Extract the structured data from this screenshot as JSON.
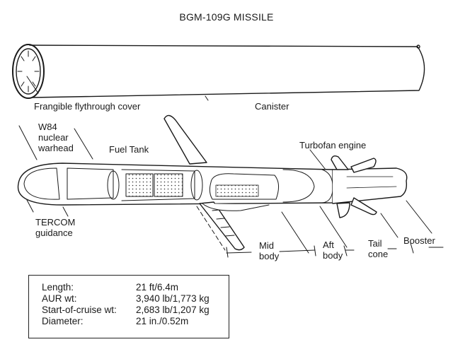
{
  "title": "BGM-109G MISSILE",
  "labels": {
    "cover": "Frangible flythrough cover",
    "canister": "Canister",
    "warhead": [
      "W84",
      "nuclear",
      "warhead"
    ],
    "fuel_tank": "Fuel Tank",
    "engine": "Turbofan engine",
    "guidance": [
      "TERCOM",
      "guidance"
    ],
    "mid_body": [
      "Mid",
      "body"
    ],
    "aft_body": [
      "Aft",
      "body"
    ],
    "tail_cone": [
      "Tail",
      "cone"
    ],
    "booster": "Booster"
  },
  "specs": [
    {
      "label": "Length:",
      "value": "21 ft/6.4m"
    },
    {
      "label": "AUR wt:",
      "value": "3,940 lb/1,773 kg"
    },
    {
      "label": "Start-of-cruise wt:",
      "value": "2,683 lb/1,207 kg"
    },
    {
      "label": "Diameter:",
      "value": "21 in./0.52m"
    }
  ]
}
